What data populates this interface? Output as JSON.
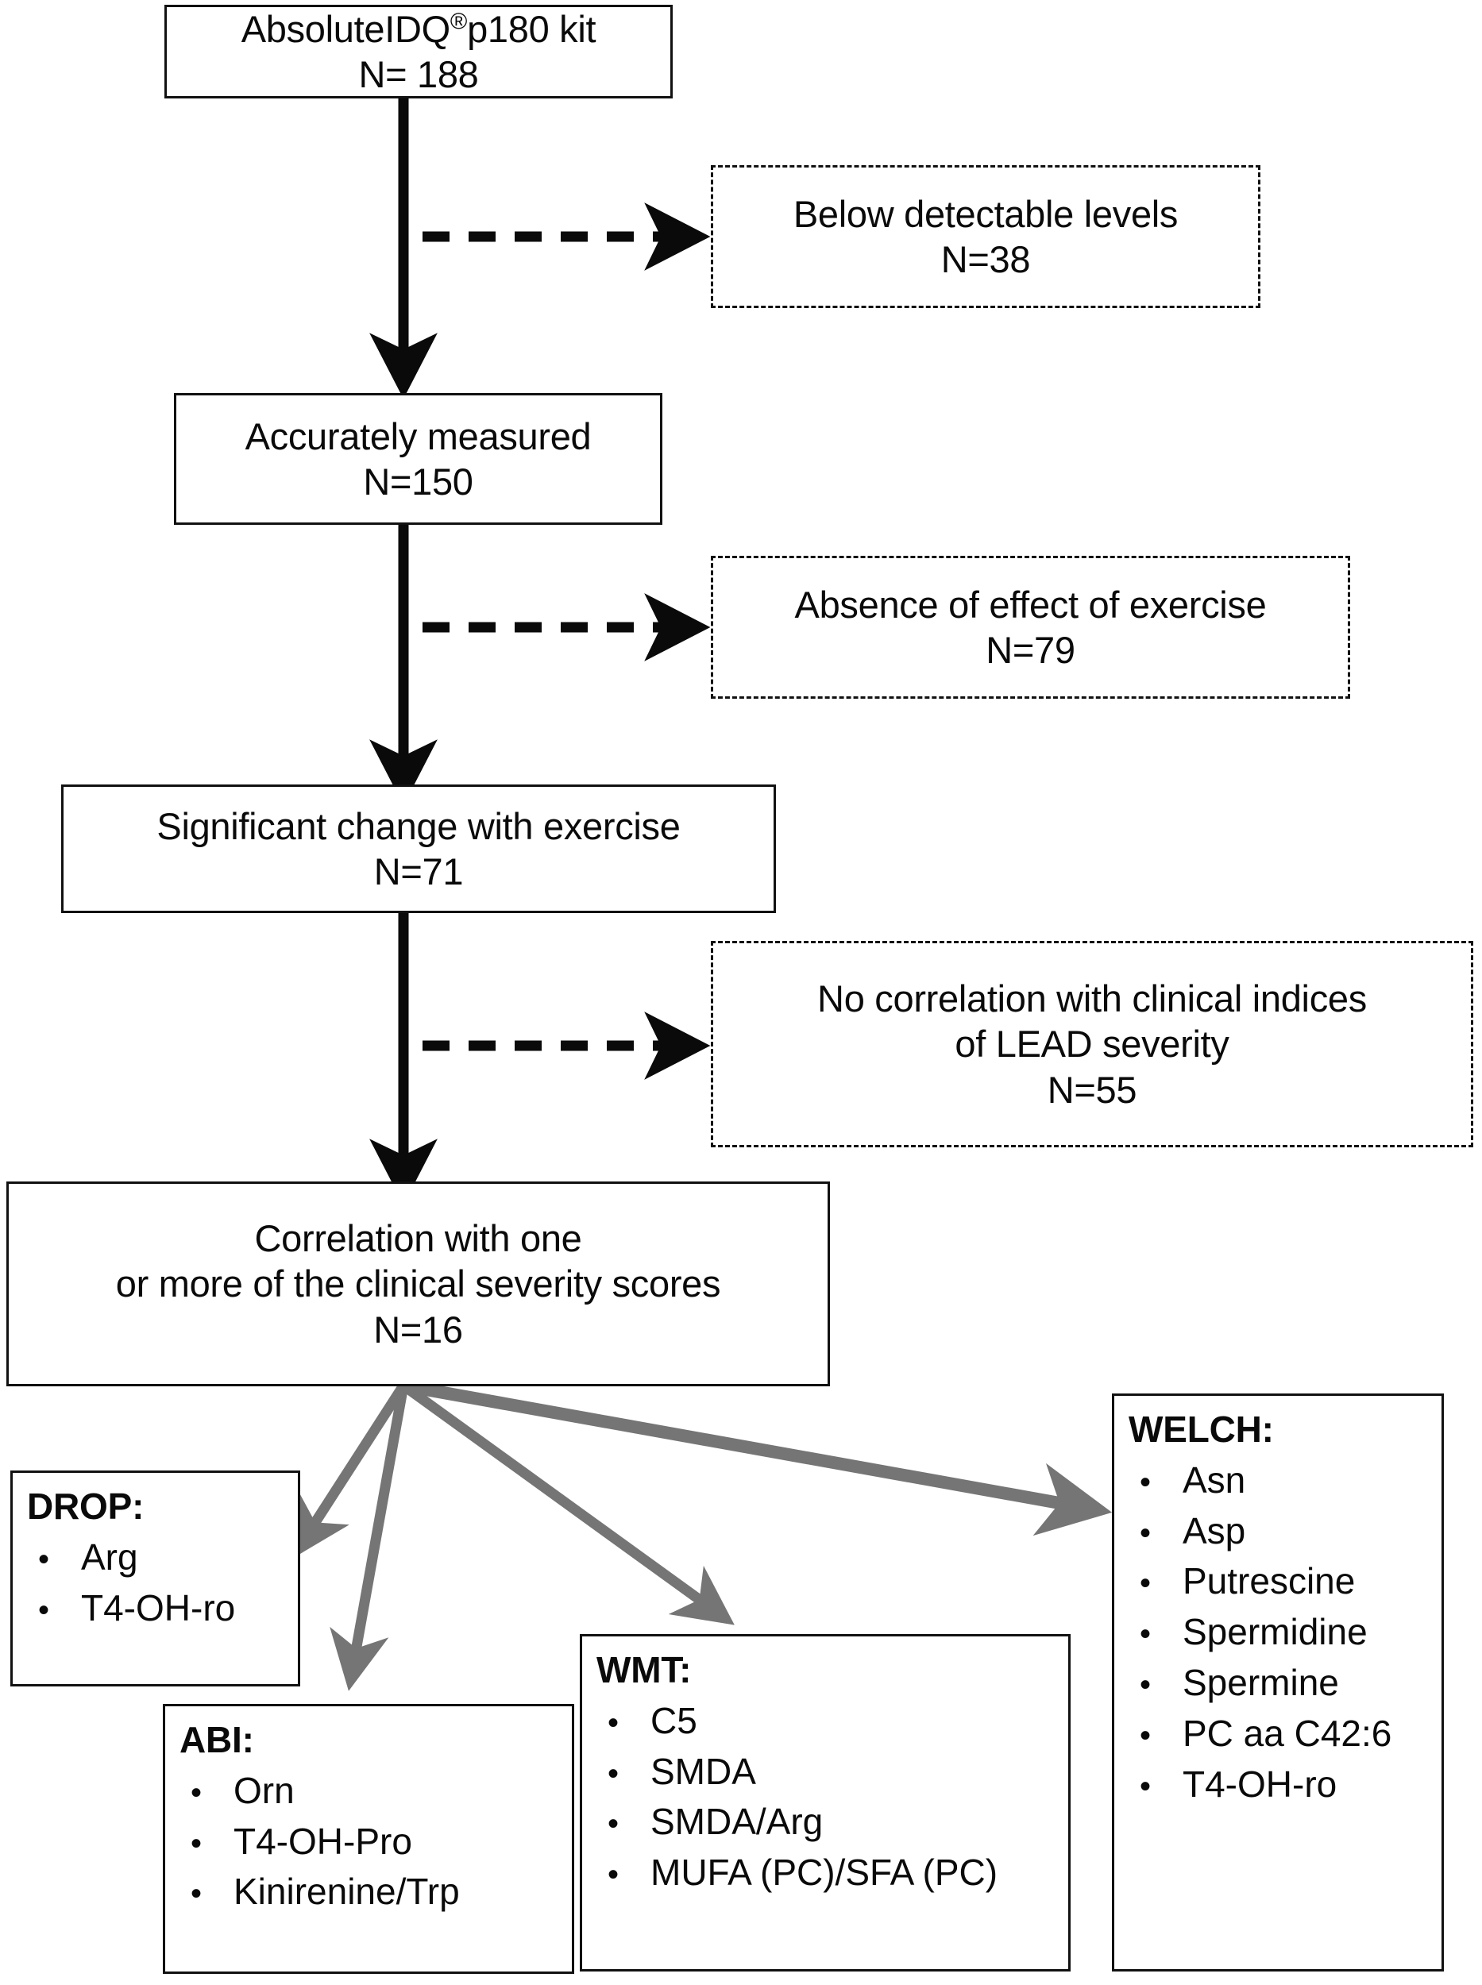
{
  "diagram": {
    "type": "flowchart",
    "title": "Metabolite selection flowchart",
    "colors": {
      "box_border": "#111111",
      "text": "#0a0a0a",
      "main_arrow": "#0a0a0a",
      "exclusion_arrow": "#0a0a0a",
      "fan_arrow": "#757575",
      "background": "#ffffff"
    }
  },
  "flow": {
    "step1": {
      "label": "AbsoluteIDQ",
      "superscript": "®",
      "label_tail": "p180 kit",
      "count": "N= 188"
    },
    "step2": {
      "label": "Accurately measured",
      "count": "N=150"
    },
    "step3": {
      "label": "Significant change with exercise",
      "count": "N=71"
    },
    "step4": {
      "line1": "Correlation with one",
      "line2": "or more of the clinical severity scores",
      "count": "N=16"
    }
  },
  "exclusions": {
    "excl1": {
      "label": "Below detectable levels",
      "count": "N=38"
    },
    "excl2": {
      "label": "Absence of effect of exercise",
      "count": "N=79"
    },
    "excl3": {
      "line1": "No correlation with clinical indices",
      "line2": "of LEAD severity",
      "count": "N=55"
    }
  },
  "outcomes": [
    {
      "key": "drop",
      "header": "DROP:",
      "items": [
        "Arg",
        "T4-OH-ro"
      ]
    },
    {
      "key": "abi",
      "header": "ABI:",
      "items": [
        "Orn",
        "T4-OH-Pro",
        "Kinirenine/Trp"
      ]
    },
    {
      "key": "wmt",
      "header": "WMT:",
      "items": [
        "C5",
        "SMDA",
        "SMDA/Arg",
        "MUFA (PC)/SFA (PC)"
      ]
    },
    {
      "key": "welch",
      "header": "WELCH:",
      "items": [
        "Asn",
        "Asp",
        "Putrescine",
        "Spermidine",
        "Spermine",
        "PC aa C42:6",
        "T4-OH-ro"
      ]
    }
  ],
  "bullet_glyph": "•"
}
